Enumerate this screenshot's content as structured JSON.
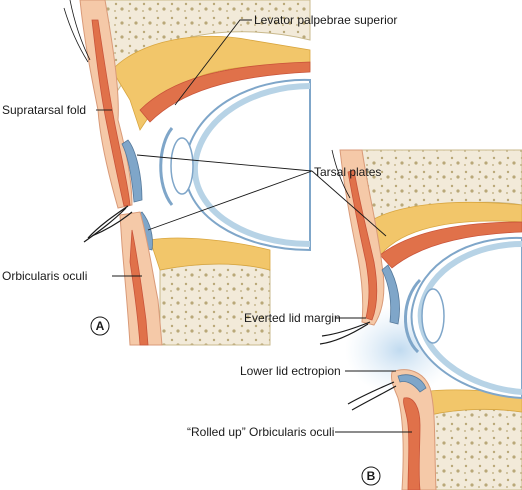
{
  "labels": {
    "levator": "Levator palpebrae superior",
    "supratarsal": "Supratarsal fold",
    "tarsal": "Tarsal plates",
    "orbicularis": "Orbicularis oculi",
    "everted": "Everted lid margin",
    "ectropion": "Lower lid ectropion",
    "rolled": "“Rolled up” Orbicularis oculi"
  },
  "panels": {
    "a": "A",
    "b": "B"
  },
  "colors": {
    "skin": "#f5c9a8",
    "muscle": "#e0714a",
    "muscle_dark": "#c9543a",
    "fat": "#f2c66a",
    "bone": "#f2ead9",
    "bone_edge": "#c9b98c",
    "sclera": "#ffffff",
    "conj": "#b7d3e6",
    "tarsus": "#7fa6c9",
    "haze": "#c7ddef"
  }
}
